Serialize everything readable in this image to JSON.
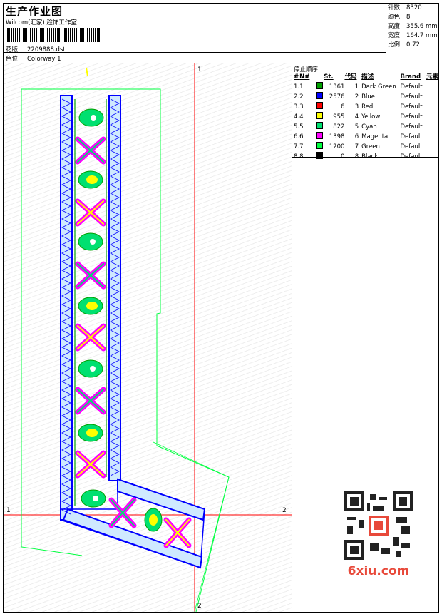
{
  "header": {
    "title": "生产作业图",
    "company": "Wilcom(汇家) 趁饰工作室",
    "pattern_label": "花版:",
    "pattern_value": "2209888.dst",
    "colorway_label": "色位:",
    "colorway_value": "Colorway 1"
  },
  "stats": [
    {
      "label": "针数:",
      "value": "8320"
    },
    {
      "label": "颜色:",
      "value": "8"
    },
    {
      "label": "高度:",
      "value": "355.6 mm"
    },
    {
      "label": "宽度:",
      "value": "164.7 mm"
    },
    {
      "label": "比例:",
      "value": "0.72"
    }
  ],
  "stop_sequence": {
    "title": "停止顺序:",
    "columns": [
      "#",
      "N#",
      "St.",
      "代码",
      "描述",
      "Brand",
      "元素"
    ],
    "rows": [
      {
        "idx": "1.",
        "n": "1",
        "color": "#00a000",
        "stitches": "1361",
        "code": "1",
        "desc": "Dark Green",
        "brand": "Default"
      },
      {
        "idx": "2.",
        "n": "2",
        "color": "#0000ff",
        "stitches": "2576",
        "code": "2",
        "desc": "Blue",
        "brand": "Default"
      },
      {
        "idx": "3.",
        "n": "3",
        "color": "#ff0000",
        "stitches": "6",
        "code": "3",
        "desc": "Red",
        "brand": "Default"
      },
      {
        "idx": "4.",
        "n": "4",
        "color": "#ffff00",
        "stitches": "955",
        "code": "4",
        "desc": "Yellow",
        "brand": "Default"
      },
      {
        "idx": "5.",
        "n": "5",
        "color": "#00e070",
        "stitches": "822",
        "code": "5",
        "desc": "Cyan",
        "brand": "Default"
      },
      {
        "idx": "6.",
        "n": "6",
        "color": "#ff00ff",
        "stitches": "1398",
        "code": "6",
        "desc": "Magenta",
        "brand": "Default"
      },
      {
        "idx": "7.",
        "n": "7",
        "color": "#00ff40",
        "stitches": "1200",
        "code": "7",
        "desc": "Green",
        "brand": "Default"
      },
      {
        "idx": "8.",
        "n": "8",
        "color": "#000000",
        "stitches": "0",
        "code": "8",
        "desc": "Black",
        "brand": "Default"
      }
    ]
  },
  "axes": {
    "top_marker": "1",
    "bottom_marker": "2",
    "left_marker": "1",
    "right_marker": "2"
  },
  "watermark": {
    "site": "6xiu.com",
    "icon": "qr-code-icon"
  },
  "colors": {
    "outline": "#00ff40",
    "border_blue": "#0000ff",
    "guide_red": "#ff0000",
    "site_red": "#e8493a"
  }
}
